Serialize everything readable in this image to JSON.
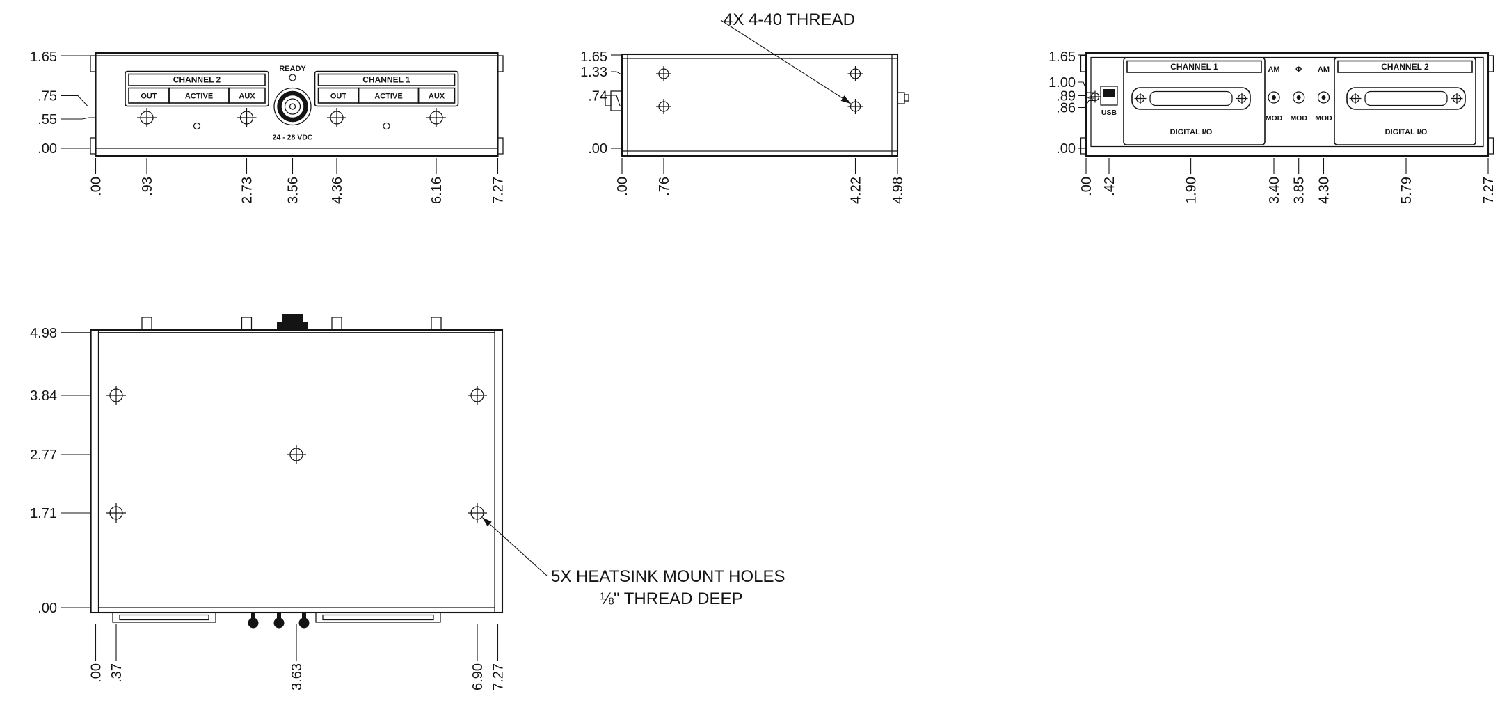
{
  "drawing": {
    "callouts": {
      "thread": "4X 4-40 THREAD",
      "heatsink_line1": "5X HEATSINK MOUNT HOLES",
      "heatsink_line2": "⅛\" THREAD DEEP"
    },
    "front_view": {
      "left_dims": [
        "1.65",
        ".75",
        ".55",
        ".00"
      ],
      "bottom_dims": [
        ".00",
        ".93",
        "2.73",
        "3.56",
        "4.36",
        "6.16",
        "7.27"
      ],
      "ready_label": "READY",
      "power_label": "24 - 28 VDC",
      "channel2_title": "CHANNEL 2",
      "channel1_title": "CHANNEL 1",
      "cells": [
        "OUT",
        "ACTIVE",
        "AUX"
      ]
    },
    "side_view": {
      "left_dims": [
        "1.65",
        "1.33",
        ".74",
        ".00"
      ],
      "bottom_dims": [
        ".00",
        ".76",
        "4.22",
        "4.98"
      ]
    },
    "back_view": {
      "left_dims": [
        "1.65",
        "1.00",
        ".89",
        ".86",
        ".00"
      ],
      "bottom_dims": [
        ".00",
        ".42",
        "1.90",
        "3.40",
        "3.85",
        "4.30",
        "5.79",
        "7.27"
      ],
      "usb_label": "USB",
      "channel1_title": "CHANNEL 1",
      "channel2_title": "CHANNEL 2",
      "digital_io_label": "DIGITAL I/O",
      "am_label": "AM",
      "phase_label": "Φ",
      "mod_label": "MOD"
    },
    "bottom_view": {
      "left_dims": [
        "4.98",
        "3.84",
        "2.77",
        "1.71",
        ".00"
      ],
      "bottom_dims": [
        ".00",
        ".37",
        "3.63",
        "6.90",
        "7.27"
      ]
    }
  }
}
